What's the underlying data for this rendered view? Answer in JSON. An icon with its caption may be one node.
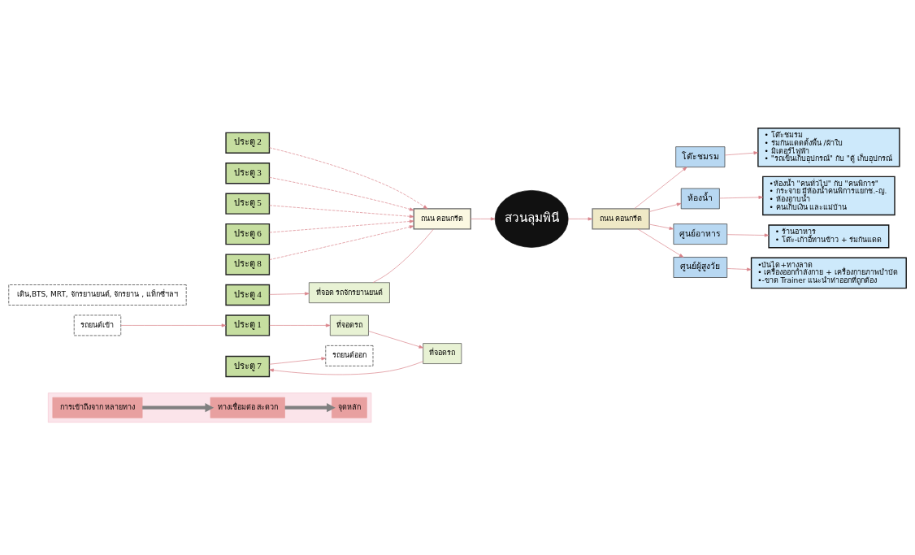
{
  "diagram": {
    "nodes": [
      {
        "text": [],
        "shape": "box"
      },
      {
        "text": [
          "การเข้าถึงจาก หลายทาง"
        ],
        "in": 0
      },
      {
        "text": [
          "ทางเชื่อมต่อ สะดวก"
        ],
        "in": 0
      },
      {
        "text": [
          "จุดหลัก"
        ],
        "in": 0
      },
      {
        "text": [
          "รถยนต์เข้า"
        ]
      },
      {
        "text": [
          "ประตู 1"
        ]
      },
      {
        "text": [
          "ที่จอดรถ"
        ]
      },
      {
        "text": [
          "เดิน,BTS, MRT, จักรยานยนต์, จักรยาน , แท็กซี่ฯลฯ"
        ]
      },
      {
        "text": [
          "ประตู 2"
        ]
      },
      {
        "text": [
          "ประตู 3"
        ]
      },
      {
        "text": [
          "ประตู 4"
        ]
      },
      {
        "text": [
          "ประตู 5"
        ]
      },
      {
        "text": [
          "ประตู 6"
        ]
      },
      {
        "text": [
          "ประตู 8"
        ]
      },
      {
        "text": [
          "ประตู 7"
        ]
      },
      {
        "text": [
          "ที่จอดรถ"
        ]
      },
      {
        "text": [
          "รถยนต์ออก"
        ]
      },
      {
        "text": [
          "ที่จอด รถจักรยานยนต์"
        ]
      },
      {
        "text": [
          "ถนน คอนกรีต"
        ]
      },
      {
        "text": [
          "สวนลุมพินี"
        ]
      },
      {
        "text": [
          "ถนน คอนกรีต"
        ]
      },
      {
        "text": [
          "โต๊ะชมรม"
        ]
      },
      {
        "text": [
          "• โต๊ะชมรม",
          "• ร่มกันแดดตั้งพื้น /ผ้าใบ",
          "• มิเตอร์ไฟฟ้า",
          "• \"รถเข็นเก็บอุปกรณ์\" กับ \"ตู้ เก็บอุปกรณ์"
        ]
      },
      {
        "text": [
          "ห้องน้ำ"
        ]
      },
      {
        "text": [
          "•ห้องน้ำ \"คนทั่วไป\" กับ \"คนพิการ\"",
          "• กระจาย มีห้องน้ำคนพิการแยกช.-ญ.",
          "• ห้องอาบน้ำ",
          "• คนเก็บเงิน และแม่บ้าน"
        ]
      },
      {
        "text": [
          "ศูนย์อาหาร"
        ]
      },
      {
        "text": [
          "• ร้านอาหาร",
          "• โต๊ะ-เก้าอี้ทานข้าว + ร่มกันแดด"
        ]
      },
      {
        "text": [
          "ศูนย์ผู้สูงวัย"
        ]
      },
      {
        "text": [
          "•บันได+ทางลาด",
          "• เครื่องออกกำลังกาย + เครื่องกายภาพบำบัด",
          "•-ขาด Trainer แนะนำท่าออกที่ถูกต้อง"
        ]
      }
    ],
    "edges": [
      {
        "from": 1,
        "to": 2,
        "arrow": "to",
        "style": "thick",
        "color": "#808080"
      },
      {
        "from": 2,
        "to": 3,
        "arrow": "to",
        "style": "thick",
        "color": "#808080"
      },
      {
        "from": 4,
        "to": 5,
        "arrow": "to"
      },
      {
        "from": 5,
        "to": 6,
        "arrow": "to"
      },
      {
        "from": 6,
        "to": 15,
        "arrow": "to"
      },
      {
        "from": 8,
        "to": 18,
        "arrow": "to",
        "style": "dashed"
      },
      {
        "from": 9,
        "to": 18,
        "arrow": "to",
        "style": "dashed"
      },
      {
        "from": 10,
        "to": 17,
        "arrow": "to"
      },
      {
        "from": 17,
        "to": 18,
        "arrow": "none"
      },
      {
        "from": 11,
        "to": 18,
        "arrow": "to",
        "style": "dashed"
      },
      {
        "from": 12,
        "to": 18,
        "arrow": "to",
        "style": "dashed"
      },
      {
        "from": 13,
        "to": 18,
        "arrow": "to",
        "style": "dashed"
      },
      {
        "from": 15,
        "to": 14,
        "arrow": "to"
      },
      {
        "from": 14,
        "to": 16,
        "arrow": "to"
      },
      {
        "from": 18,
        "to": 19,
        "arrow": "to"
      },
      {
        "from": 19,
        "to": 20,
        "arrow": "to"
      },
      {
        "from": 20,
        "to": 21,
        "arrow": "to"
      },
      {
        "from": 21,
        "to": 22,
        "arrow": "to"
      },
      {
        "from": 20,
        "to": 23,
        "arrow": "to"
      },
      {
        "from": 23,
        "to": 24,
        "arrow": "to"
      },
      {
        "from": 20,
        "to": 25,
        "arrow": "to"
      },
      {
        "from": 25,
        "to": 26,
        "arrow": "to"
      },
      {
        "from": 20,
        "to": 27,
        "arrow": "to"
      },
      {
        "from": 27,
        "to": 28,
        "arrow": "to"
      }
    ]
  }
}
